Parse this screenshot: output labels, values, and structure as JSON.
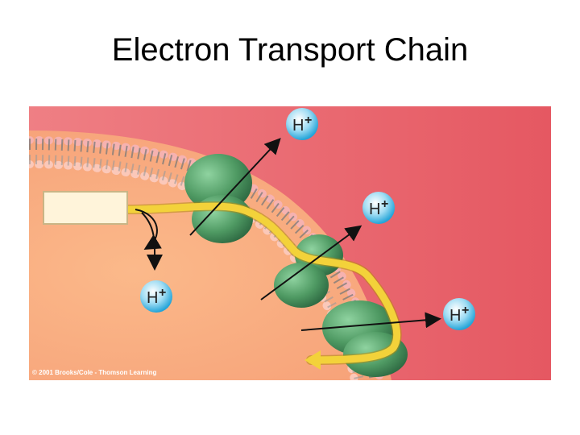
{
  "title": "Electron Transport Chain",
  "copyright": "© 2001 Brooks/Cole - Thomson Learning",
  "ions": [
    {
      "symbol": "H",
      "charge": "+"
    },
    {
      "symbol": "H",
      "charge": "+"
    },
    {
      "symbol": "H",
      "charge": "+"
    },
    {
      "symbol": "H",
      "charge": "+"
    }
  ],
  "colors": {
    "matrix": "#f7a97a",
    "intermembrane": "#e8606a",
    "protein": "#4f9a63",
    "electron_path": "#f3d23a",
    "ion_fill": "#39b7e6"
  }
}
